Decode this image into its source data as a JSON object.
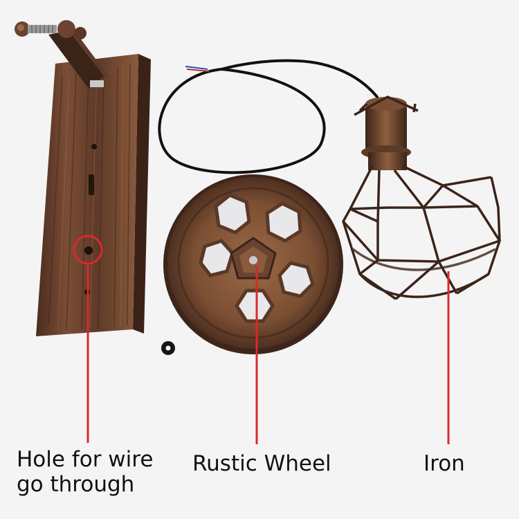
{
  "labels": {
    "hole_line1": "Hole for wire",
    "hole_line2": "go through",
    "wheel": "Rustic Wheel",
    "iron": "Iron"
  },
  "colors": {
    "background": "#f4f4f5",
    "wood": "#6b4330",
    "rust": "#8a5a3c",
    "callout": "#d62b2b",
    "cable": "#111111"
  },
  "objects": [
    "wooden-wall-plate",
    "rustic-wheel-canopy",
    "iron-cage-shade",
    "black-cable",
    "rubber-grommet"
  ]
}
